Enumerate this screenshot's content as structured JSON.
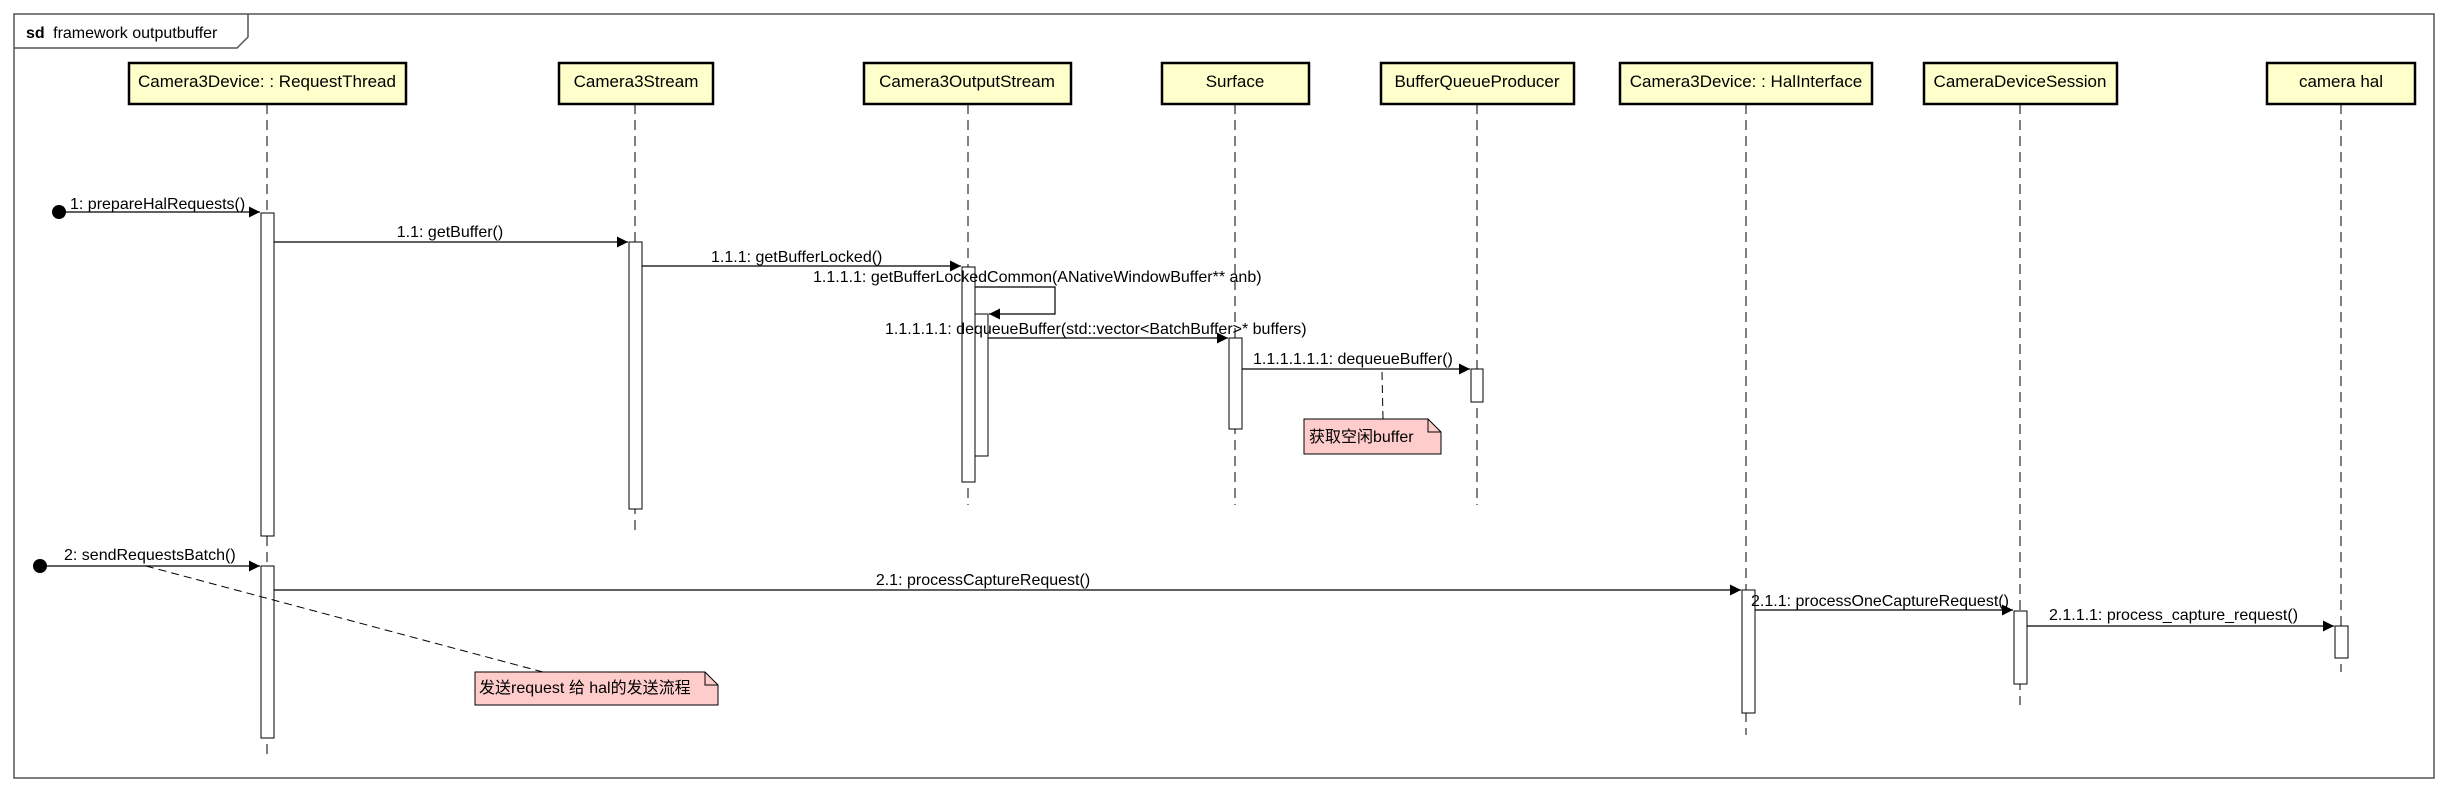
{
  "frame": {
    "keyword": "sd",
    "name": "framework outputbuffer"
  },
  "colors": {
    "lifeline_fill": "#ffffcc",
    "note_fill": "#ffcccc",
    "stroke": "#000000"
  },
  "lifelines": [
    {
      "id": "requestThread",
      "label": "Camera3Device: : RequestThread"
    },
    {
      "id": "camera3Stream",
      "label": "Camera3Stream"
    },
    {
      "id": "camera3OutputStream",
      "label": "Camera3OutputStream"
    },
    {
      "id": "surface",
      "label": "Surface"
    },
    {
      "id": "bufferQueueProducer",
      "label": "BufferQueueProducer"
    },
    {
      "id": "halInterface",
      "label": "Camera3Device: : HalInterface"
    },
    {
      "id": "cameraDeviceSession",
      "label": "CameraDeviceSession"
    },
    {
      "id": "cameraHal",
      "label": "camera hal"
    }
  ],
  "messages": [
    {
      "id": "m1",
      "label": "1: prepareHalRequests()",
      "from": "found",
      "to": "requestThread"
    },
    {
      "id": "m11",
      "label": "1.1: getBuffer()",
      "from": "requestThread",
      "to": "camera3Stream"
    },
    {
      "id": "m111",
      "label": "1.1.1: getBufferLocked()",
      "from": "camera3Stream",
      "to": "camera3OutputStream"
    },
    {
      "id": "m1111",
      "label": "1.1.1.1: getBufferLockedCommon(ANativeWindowBuffer** anb)",
      "from": "camera3OutputStream",
      "to": "camera3OutputStream"
    },
    {
      "id": "m11111",
      "label": "1.1.1.1.1: dequeueBuffer(std::vector<BatchBuffer>* buffers)",
      "from": "camera3OutputStream",
      "to": "surface"
    },
    {
      "id": "m111111",
      "label": "1.1.1.1.1.1: dequeueBuffer()",
      "from": "surface",
      "to": "bufferQueueProducer"
    },
    {
      "id": "m2",
      "label": "2: sendRequestsBatch()",
      "from": "found",
      "to": "requestThread"
    },
    {
      "id": "m21",
      "label": "2.1: processCaptureRequest()",
      "from": "requestThread",
      "to": "halInterface"
    },
    {
      "id": "m211",
      "label": "2.1.1: processOneCaptureRequest()",
      "from": "halInterface",
      "to": "cameraDeviceSession"
    },
    {
      "id": "m2111",
      "label": "2.1.1.1: process_capture_request()",
      "from": "cameraDeviceSession",
      "to": "cameraHal"
    }
  ],
  "notes": [
    {
      "id": "n1",
      "text": "获取空闲buffer"
    },
    {
      "id": "n2",
      "text": "发送request 给 hal的发送流程"
    }
  ]
}
